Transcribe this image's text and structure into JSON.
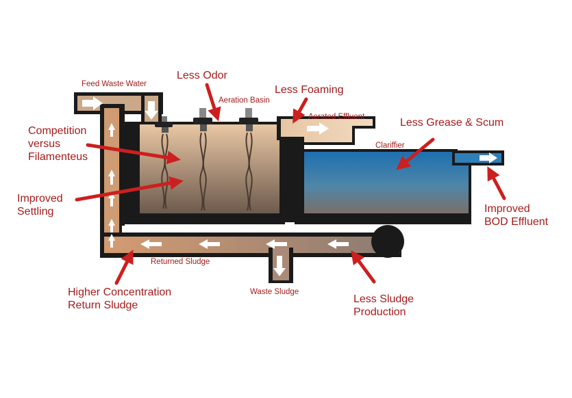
{
  "labels": {
    "feed_waste_water": "Feed Waste Water",
    "less_odor": "Less Odor",
    "aeration_basin": "Aeration Basin",
    "less_foaming": "Less Foaming",
    "aerated_effluent": "Aerated Effluent",
    "less_grease_scum": "Less Grease & Scum",
    "clariffier": "Clariffier",
    "competition": "Competition\nversus\nFilamenteus",
    "improved_settling": "Improved\nSettling",
    "improved_bod": "Improved\nBOD Effluent",
    "returned_sludge": "Returned Sludge",
    "waste_sludge": "Waste Sludge",
    "higher_concentration": "Higher Concentration\nReturn Sludge",
    "less_sludge_production": "Less Sludge\nProduction"
  },
  "colors": {
    "label_red": "#a31b1b",
    "arrow_red": "#cc1f1f",
    "tank_dark": "#1a1a1a",
    "sludge_brown": "#c8916a",
    "clarifier_blue": "#2f7fb8"
  }
}
